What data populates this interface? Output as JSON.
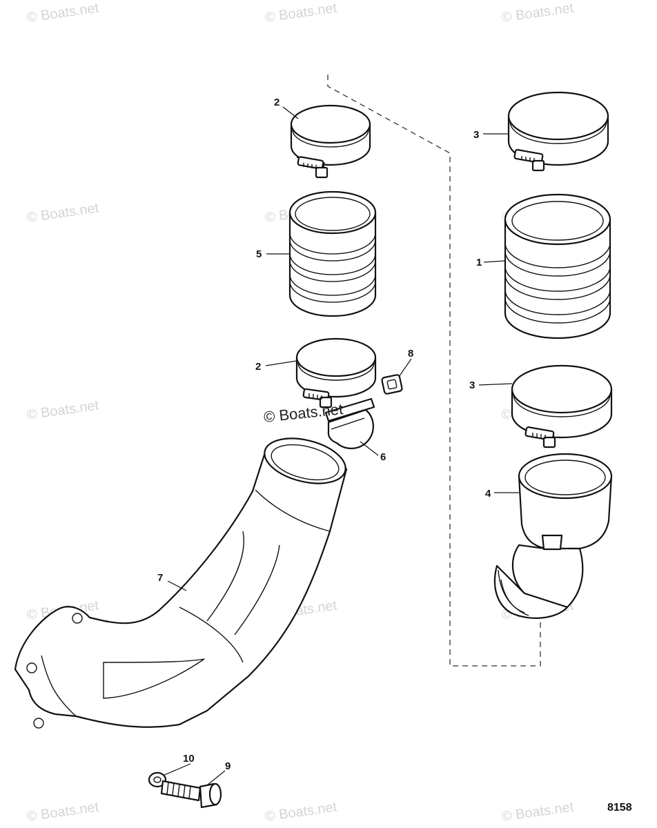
{
  "watermark": "© Boats.net",
  "figure_number": "8158",
  "callouts": {
    "c1": "1",
    "c2a": "2",
    "c2b": "2",
    "c3a": "3",
    "c3b": "3",
    "c4": "4",
    "c5": "5",
    "c6": "6",
    "c7": "7",
    "c8": "8",
    "c9": "9",
    "c10": "10"
  }
}
